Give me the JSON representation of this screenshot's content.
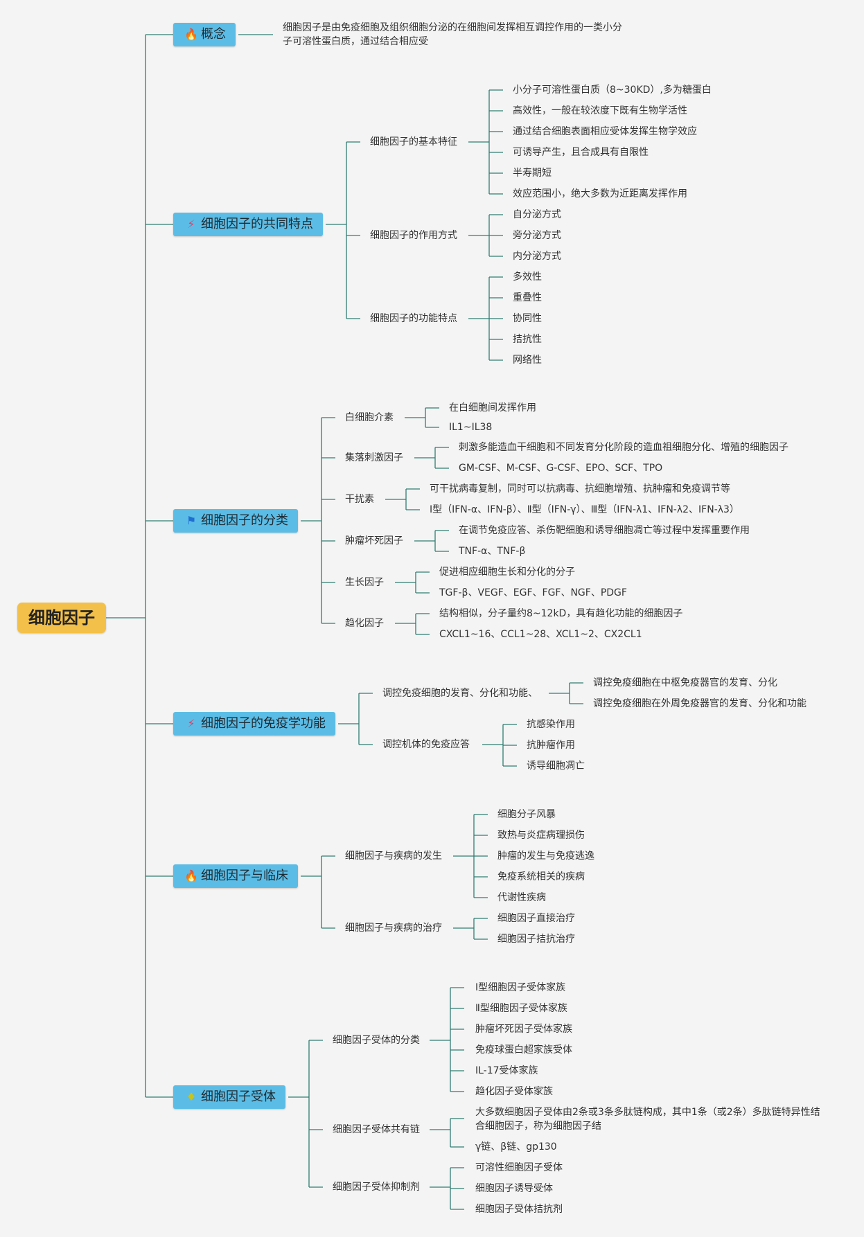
{
  "root": "细胞因子",
  "concept": {
    "title": "概念",
    "text": "细胞因子是由免疫细胞及组织细胞分泌的在细胞间发挥相互调控作用的一类小分子可溶性蛋白质，通过结合相应受"
  },
  "common": {
    "title": "细胞因子的共同特点",
    "basic": {
      "label": "细胞因子的基本特征",
      "items": [
        "小分子可溶性蛋白质（8~30KD）,多为糖蛋白",
        "高效性，一般在较浓度下既有生物学活性",
        "通过结合细胞表面相应受体发挥生物学效应",
        "可诱导产生，且合成具有自限性",
        "半寿期短",
        "效应范围小，绝大多数为近距离发挥作用"
      ]
    },
    "mode": {
      "label": "细胞因子的作用方式",
      "items": [
        "自分泌方式",
        "旁分泌方式",
        "内分泌方式"
      ]
    },
    "func": {
      "label": "细胞因子的功能特点",
      "items": [
        "多效性",
        "重叠性",
        "协同性",
        "拮抗性",
        "网络性"
      ]
    }
  },
  "classification": {
    "title": "细胞因子的分类",
    "groups": [
      {
        "label": "白细胞介素",
        "items": [
          "在白细胞间发挥作用",
          "IL1~IL38"
        ]
      },
      {
        "label": "集落刺激因子",
        "items": [
          "刺激多能造血干细胞和不同发育分化阶段的造血祖细胞分化、增殖的细胞因子",
          "GM-CSF、M-CSF、G-CSF、EPO、SCF、TPO"
        ]
      },
      {
        "label": "干扰素",
        "items": [
          "可干扰病毒复制，同时可以抗病毒、抗细胞增殖、抗肿瘤和免疫调节等",
          "Ⅰ型（IFN-α、IFN-β）、Ⅱ型（IFN-γ）、Ⅲ型（IFN-λ1、IFN-λ2、IFN-λ3）"
        ]
      },
      {
        "label": "肿瘤坏死因子",
        "items": [
          "在调节免疫应答、杀伤靶细胞和诱导细胞凋亡等过程中发挥重要作用",
          "TNF-α、TNF-β"
        ]
      },
      {
        "label": "生长因子",
        "items": [
          "促进相应细胞生长和分化的分子",
          "TGF-β、VEGF、EGF、FGF、NGF、PDGF"
        ]
      },
      {
        "label": "趋化因子",
        "items": [
          "结构相似，分子量约8~12kD，具有趋化功能的细胞因子",
          "CXCL1~16、CCL1~28、XCL1~2、CX2CL1"
        ]
      }
    ]
  },
  "immune": {
    "title": "细胞因子的免疫学功能",
    "dev": {
      "label": "调控免疫细胞的发育、分化和功能、",
      "items": [
        "调控免疫细胞在中枢免疫器官的发育、分化",
        "调控免疫细胞在外周免疫器官的发育、分化和功能"
      ]
    },
    "resp": {
      "label": "调控机体的免疫应答",
      "items": [
        "抗感染作用",
        "抗肿瘤作用",
        "诱导细胞凋亡"
      ]
    }
  },
  "clinical": {
    "title": "细胞因子与临床",
    "disease": {
      "label": "细胞因子与疾病的发生",
      "items": [
        "细胞分子风暴",
        "致热与炎症病理损伤",
        "肿瘤的发生与免疫逃逸",
        "免疫系统相关的疾病",
        "代谢性疾病"
      ]
    },
    "therapy": {
      "label": "细胞因子与疾病的治疗",
      "items": [
        "细胞因子直接治疗",
        "细胞因子拮抗治疗"
      ]
    }
  },
  "receptor": {
    "title": "细胞因子受体",
    "cls": {
      "label": "细胞因子受体的分类",
      "items": [
        "Ⅰ型细胞因子受体家族",
        "Ⅱ型细胞因子受体家族",
        "肿瘤坏死因子受体家族",
        "免疫球蛋白超家族受体",
        "IL-17受体家族",
        "趋化因子受体家族"
      ]
    },
    "chain": {
      "label": "细胞因子受体共有链",
      "items": [
        "大多数细胞因子受体由2条或3条多肽链构成，其中1条（或2条）多肽链特异性结合细胞因子，称为细胞因子结",
        "γ链、β链、gp130"
      ]
    },
    "inhib": {
      "label": "细胞因子受体抑制剂",
      "items": [
        "可溶性细胞因子受体",
        "细胞因子诱导受体",
        "细胞因子受体拮抗剂"
      ]
    }
  },
  "colors": {
    "root": "#f3c04a",
    "main": "#5bbde6",
    "line": "#2f7d72",
    "background": "#f4f4f4"
  },
  "icons": {
    "concept": "flame-blue-icon",
    "common": "sparkle-icon",
    "classification": "flag-icon",
    "immune": "sparkle-icon",
    "clinical": "flame-red-icon",
    "receptor": "gem-icon"
  }
}
